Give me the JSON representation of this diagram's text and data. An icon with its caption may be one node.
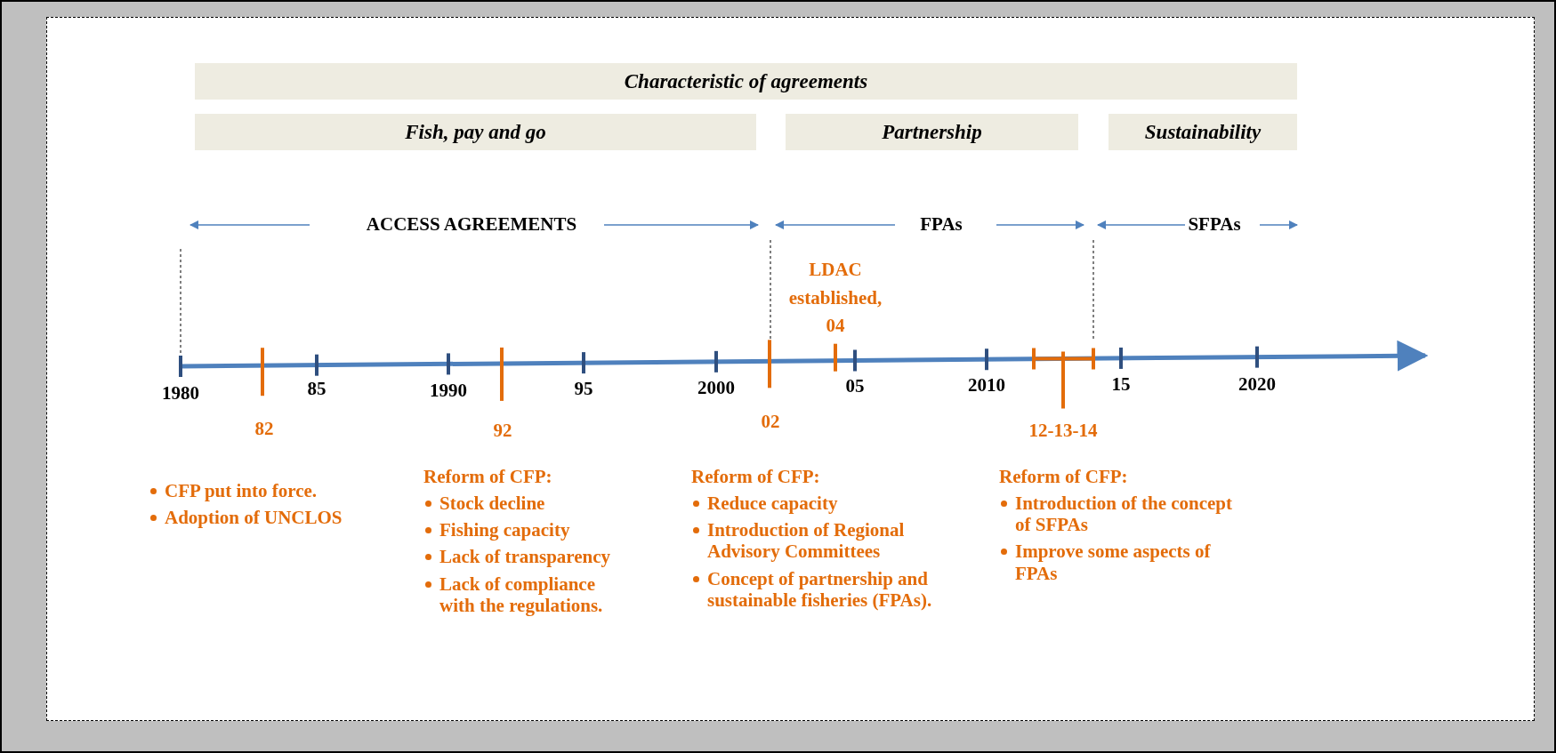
{
  "diagram": {
    "nodes": [
      {
        "text": [
          "Characteristic of agreements"
        ]
      },
      {
        "text": [
          "Fish, pay and go"
        ]
      },
      {
        "text": [
          "Partnership"
        ]
      },
      {
        "text": [
          "Sustainability"
        ]
      }
    ],
    "labels": [
      "ACCESS AGREEMENTS",
      "FPAs",
      "SFPAs",
      "LDAC established, 04",
      "1980",
      "85",
      "1990",
      "95",
      "2000",
      "05",
      "2010",
      "15",
      "2020",
      "82",
      "92",
      "02",
      "12-13-14",
      "CFP put into force.",
      "Adoption of UNCLOS",
      "Reform of CFP:",
      "Stock decline",
      "Fishing capacity",
      "Lack of transparency",
      "Lack of compliance with the regulations.",
      "Reform of CFP:",
      "Reduce capacity",
      "Introduction of Regional Advisory Committees",
      "Concept of partnership and sustainable fisheries (FPAs).",
      "Reform of CFP:",
      "Introduction of the concept of SFPAs",
      "Improve some aspects of FPAs"
    ]
  }
}
